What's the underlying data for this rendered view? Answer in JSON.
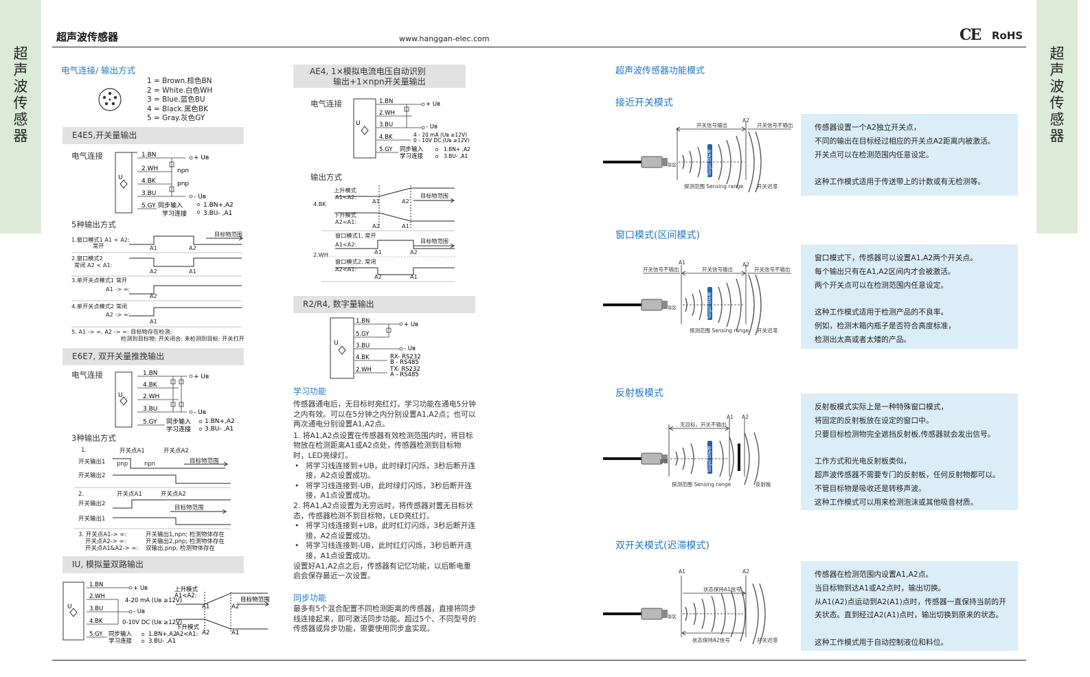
{
  "side_tab": "超声波传感器",
  "header": {
    "title": "超声波传感器",
    "url": "www.hanggan-elec.com",
    "ce": "CE",
    "rohs": "RoHS"
  },
  "col1": {
    "elec_title": "电气连接/ 输出方式",
    "wires": [
      "1 = Brown.棕色BN",
      "2 = White.白色WH",
      "3 = Blue.蓝色BU",
      "4 = Black.黑色BK",
      "5 = Gray.灰色GY"
    ],
    "e4e5": {
      "title": "E4E5,开关量输出",
      "conn": "电气连接",
      "pins": [
        "1.BN",
        "2.WH",
        "4.BK",
        "3.BU",
        "5.GY"
      ],
      "npn": "npn",
      "pnp": "pnp",
      "sync1": "同步输入",
      "sync2": "学习连接",
      "ub_plus": "+ Uʙ",
      "ub_minus": "- Uʙ",
      "bn_plus": "1.BN+,A2",
      "bu_minus": "3.BU- ,A1",
      "u": "U",
      "modes_title": "5种输出方式",
      "target_range": "目标物范围",
      "m1a": "1.窗口模式1  A1 < A2:",
      "m1b": "常开",
      "m2a": "2.窗口模式2",
      "m2b": "常闭  A2 < A1:",
      "m3a": "3.单开关点模式1  常开",
      "m3b": "A1 -> ∞:",
      "m4a": "4.单开关点模式2 常闭",
      "m4b": "A2 -> ∞:",
      "a1": "A1",
      "a2": "A2",
      "note1": "5. A1 -> ∞, A2 -> ∞:  目标物存在检测;",
      "note2": "检测到目标物: 开关闭合; 未检测到目标: 开关打开"
    },
    "e6e7": {
      "title": "E6E7, 双开关量推挽输出",
      "conn": "电气连接",
      "pins": [
        "1.BN",
        "4.BK",
        "2.WH",
        "3.BU",
        "5.GY"
      ],
      "u": "U",
      "ub_plus": "+ Uʙ",
      "ub_minus": "- Uʙ",
      "sync1": "同步输入",
      "sync2": "学习连接",
      "bn_plus": "1.BN+,A2",
      "bu_minus": "3.BU- ,A1",
      "modes_title": "3种输出方式",
      "n1": "1.",
      "n2": "2.",
      "sp_a1": "开关点A1",
      "sp_a2": "开关点A2",
      "out1": "开关输出1",
      "out2": "开关输出2",
      "pnp": "pnp",
      "npn": "npn",
      "target_range": "目标物范围",
      "n3a": "3. 开关点A1-> ∞:",
      "n3b": "开关点A2-> ∞:",
      "n3c": "开关点A1&A2-> ∞:",
      "n3a_r": "开关输出1,npn; 检测物体存在",
      "n3b_r": "开关输出2,pnp; 检测物体存在",
      "n3c_r": "双输出,pnp; 检测物体存在"
    },
    "iu": {
      "title": "IU, 模拟量双路输出",
      "pins": [
        "1.BN",
        "2.WH",
        "3.BU",
        "4.BK",
        "5.GY"
      ],
      "u": "U",
      "ub_plus": "+ Uʙ",
      "ub_minus": "- Uʙ",
      "ma": "4-20 mA (Uʙ ≥12V)",
      "vdc": "0-10V DC (Uʙ ≥12V)",
      "sync1": "同步输入",
      "sync2": "学习连接",
      "bn_plus": "1.BN+,A2",
      "bu_minus": "3.BU- ,A1",
      "rise1": "上升模式",
      "rise2": "A1<A2:",
      "fall1": "下升模式",
      "fall2": "A2<A1:",
      "target_range": "目标物范围",
      "a1": "A1",
      "a2": "A2"
    }
  },
  "col2": {
    "ae4": {
      "title1": "AE4, 1×模拟电流电压自动识别",
      "title2": "输出+1×npn开关量输出",
      "conn": "电气连接",
      "pins": [
        "1.BN",
        "2.WH",
        "3.BU",
        "4.BK",
        "5.GY"
      ],
      "u": "U",
      "ub_plus": "+ Uʙ",
      "ub_minus": "- Uʙ",
      "ma": "4 - 20 mA (Uʙ ≥12V)",
      "vdc": "0 - 10V DC (Uʙ ≥12V)",
      "sync1": "同步输入",
      "sync2": "学习连接",
      "bn_plus": "1.BN+ ,A2",
      "bu_minus": "3.BU- ,A1",
      "out_title": "输出方式",
      "rise1": "上升模式",
      "rise2": "A1<A2:",
      "fall1": "下升模式",
      "fall2": "A2<A1:",
      "bk": "4.BK",
      "wh": "2.WH",
      "w1a": "窗口模式1, 常开",
      "w1b": "A1<A2:",
      "w2a": "窗口模式2, 常闭",
      "w2b": "A2<A1:",
      "target_range": "目标物范围",
      "a1": "A1",
      "a2": "A2"
    },
    "r2r4": {
      "title": "R2/R4, 数字量输出",
      "pins": [
        "1.BN",
        "5.GY",
        "3.BU",
        "4.BK",
        "2.WH"
      ],
      "u": "U",
      "ub_plus": "+ Uʙ",
      "ub_minus": "- Uʙ",
      "rx1": "RX- RS232",
      "rx2": "B  - RS485",
      "tx1": "TX- RS232",
      "tx2": "A  - RS485"
    },
    "learn": {
      "title": "学习功能",
      "p1": "传感器通电后，无目标时亮红灯。学习功能在通电5分钟之内有效。可以在5分钟之内分别设置A1,A2点；也可以两次通电分别设置A1,A2点。",
      "p2": "1. 将A1,A2点设置在传感器有效检测范围内时，将目标物放在检测距离A1或A2点处，传感器检测到目标物时，LED亮绿灯。",
      "b1": "将学习线连接到+UB，此时绿灯闪烁，3秒后断开连接，A2点设置成功。",
      "b2": "将学习线连接到-UB，此时绿灯闪烁，3秒后断开连接，A1点设置成功。",
      "p3": "2. 将A1,A2点设置为无穷远时，将传感器对置无目标状态，传感器检测不到目标物，LED亮红灯。",
      "b3": "将学习线连接到+UB，此时红灯闪烁，3秒后断开连接，A2点设置成功。",
      "b4": "将学习线连接到-UB，此时红灯闪烁，3秒后断开连接，A1点设置成功。",
      "p4": "设置好A1,A2点之后，传感器有记忆功能，以后断电重启会保存最近一次设置。"
    },
    "sync": {
      "title": "同步功能",
      "p1": "最多有5个混合配置不同检测距离的传感器，直接将同步线连接起来，即可激活同步功能。超过5个、不同型号的传感器或异步功能，需要使用同步盒实现。"
    }
  },
  "col3": {
    "title": "超声波传感器功能模式",
    "prox": {
      "title": "接近开关模式",
      "lines": [
        "传感器设置一个A2独立开关点，",
        "不同的输出在目标经过相应的开关点A2距离内被激活。",
        "开关点可以在检测范围内任意设定。",
        "",
        "这种工作模式适用于传送带上的计数或有无检测等。"
      ],
      "d_signal": "开关信号输出",
      "d_nosignal": "开关信号不输出",
      "d_range": "探测范围 Sensing range",
      "d_hyst": "开关迟滞",
      "d_dead": "盲区",
      "d_target": "Target 目标物",
      "a2": "A2"
    },
    "window": {
      "title": "窗口模式(区间模式)",
      "lines": [
        "窗口模式下，传感器可以设置A1,A2两个开关点。",
        "每个输出只有在A1,A2区间内才会被激活。",
        "两个开关点可以在检测范围内任意设定。",
        "",
        "这种工作模式适用于检测产品的不良率。",
        "例如，检测木箱内瓶子是否符合高度标准，",
        "检测出太高或者太矮的产品。"
      ],
      "d_signal": "开关信号输出",
      "d_nosignal": "开关信号不输出",
      "d_range": "探测范围 Sensing range",
      "d_hyst": "开关迟滞",
      "d_dead": "盲区",
      "d_target": "Target 目标物",
      "a1": "A1",
      "a2": "A2"
    },
    "reflect": {
      "title": "反射板模式",
      "lines": [
        "反射板模式实际上是一种特殊窗口模式，",
        "将固定的反射板放在设定的窗口中。",
        "只要目标检测物完全遮挡反射板,传感器就会发出信号。",
        "",
        "工作方式和光电反射板类似，",
        "超声波传感器不需要专门的反射板，任何反射物都可以。",
        "不管目标物是吸收还是转移声波。",
        "这种工作模式可以用来检测泡沫或其他吸音材质。"
      ],
      "d_notarget": "无目标，开关不输出",
      "d_range": "探测范围 Sensing range",
      "d_plate": "反射板",
      "d_dead": "盲区",
      "d_target": "Target 目标物",
      "a1": "A1",
      "a2": "A2"
    },
    "dual": {
      "title": "双开关模式(迟滞模式)",
      "lines": [
        "传感器在检测范围内设置A1,A2点。",
        "当目标物到达A1或A2点时，输出切换。",
        "从A1(A2)点运动到A2(A1)点时，传感器一直保持当前的开",
        "关状态。直到经过A2(A1)点时，输出切换到原来的状态。",
        "",
        "这种工作模式用于自动控制液位和料位。"
      ],
      "d_keep1": "状态保持A1信号",
      "d_keep2": "状态保持A2信号",
      "d_hyst": "开关迟滞",
      "d_dead": "盲区",
      "a1": "A1",
      "a2": "A2"
    }
  }
}
